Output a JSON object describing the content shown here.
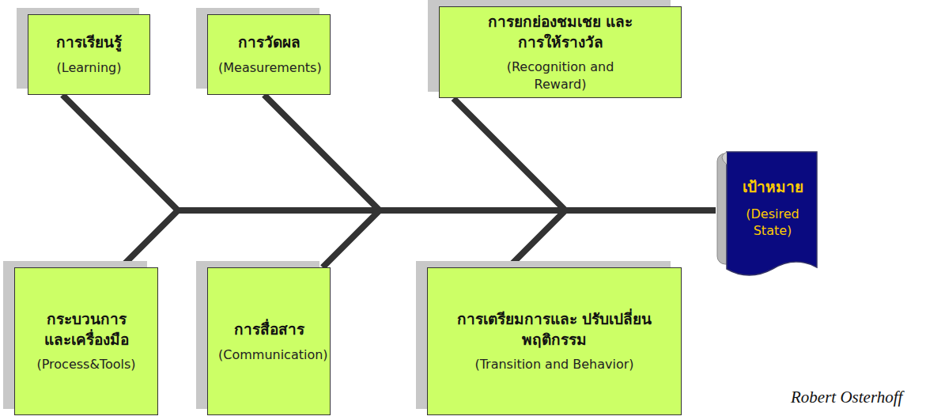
{
  "diagram": {
    "nodes": [
      {
        "text": [
          "การเรียนรู้",
          "(Learning)"
        ]
      },
      {
        "text": [
          "การวัดผล",
          "(Measurements)"
        ]
      },
      {
        "text": [
          "การยกย่องชมเชย และการให้รางวัล",
          "(Recognition and Reward)"
        ]
      },
      {
        "text": [
          "กระบวนการ และเครื่องมือ",
          "(Process&Tools)"
        ]
      },
      {
        "text": [
          "การสื่อสาร",
          "(Communication)"
        ]
      },
      {
        "text": [
          "การเตรียมการและ ปรับเปลี่ยนพฤติกรรม",
          "(Transition and Behavior)"
        ]
      },
      {
        "text": [
          "เป้าหมาย",
          "(Desired State)"
        ]
      }
    ],
    "edges": [
      {
        "from": 0,
        "to": 6,
        "arrow": "none"
      },
      {
        "from": 1,
        "to": 6,
        "arrow": "none"
      },
      {
        "from": 2,
        "to": 6,
        "arrow": "none"
      },
      {
        "from": 3,
        "to": 6,
        "arrow": "none"
      },
      {
        "from": 4,
        "to": 6,
        "arrow": "none"
      },
      {
        "from": 5,
        "to": 6,
        "arrow": "none"
      }
    ],
    "labels": [
      "Robert Osterhoff"
    ]
  }
}
